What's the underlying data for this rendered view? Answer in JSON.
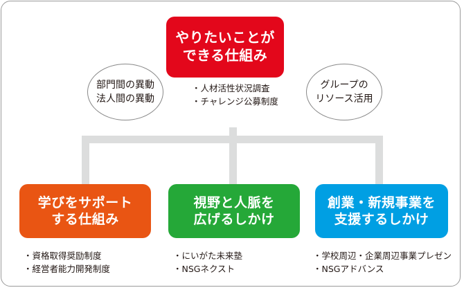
{
  "diagram": {
    "title_present": false,
    "colors": {
      "red": "#e3071b",
      "orange": "#e95513",
      "green": "#25a838",
      "blue": "#009fe3",
      "connector": "#dcdddd",
      "frame_border": "#9a9a9a",
      "text_dark": "#231815",
      "text_light": "#ffffff"
    },
    "top_card": {
      "line1": "やりたいことが",
      "line2": "できる仕組み",
      "color": "#e3071b",
      "bullets": [
        "・人材活性状況調査",
        "・チャレンジ公募制度"
      ]
    },
    "ellipses": [
      {
        "id": "left",
        "line1": "部門間の異動",
        "line2": "法人間の異動"
      },
      {
        "id": "right",
        "line1": "グループの",
        "line2": "リソース活用"
      }
    ],
    "bottom_cards": [
      {
        "id": "orange",
        "line1": "学びをサポート",
        "line2": "する仕組み",
        "color": "#e95513",
        "bullets": [
          "・資格取得奨励制度",
          "・経営者能力開発制度"
        ]
      },
      {
        "id": "green",
        "line1": "視野と人脈を",
        "line2": "広げるしかけ",
        "color": "#25a838",
        "bullets": [
          "・にいがた未来塾",
          "・NSGネクスト"
        ]
      },
      {
        "id": "blue",
        "line1": "創業・新規事業を",
        "line2": "支援するしかけ",
        "color": "#009fe3",
        "bullets": [
          "・学校周辺・企業周辺事業プレゼン",
          "・NSGアドバンス"
        ]
      }
    ]
  }
}
